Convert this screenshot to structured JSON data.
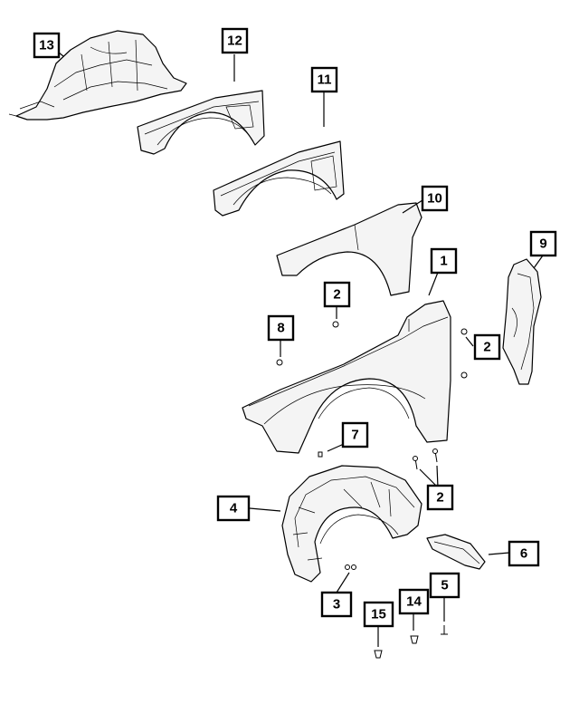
{
  "callouts": [
    {
      "id": "c1",
      "label": "1"
    },
    {
      "id": "c2a",
      "label": "2"
    },
    {
      "id": "c2b",
      "label": "2"
    },
    {
      "id": "c2c",
      "label": "2"
    },
    {
      "id": "c3",
      "label": "3"
    },
    {
      "id": "c4",
      "label": "4"
    },
    {
      "id": "c5",
      "label": "5"
    },
    {
      "id": "c6",
      "label": "6"
    },
    {
      "id": "c7",
      "label": "7"
    },
    {
      "id": "c8",
      "label": "8"
    },
    {
      "id": "c9",
      "label": "9"
    },
    {
      "id": "c10",
      "label": "10"
    },
    {
      "id": "c11",
      "label": "11"
    },
    {
      "id": "c12",
      "label": "12"
    },
    {
      "id": "c13",
      "label": "13"
    },
    {
      "id": "c14",
      "label": "14"
    },
    {
      "id": "c15",
      "label": "15"
    }
  ],
  "colors": {
    "line": "#000000",
    "background": "#ffffff",
    "part_fill": "#f4f4f4"
  }
}
